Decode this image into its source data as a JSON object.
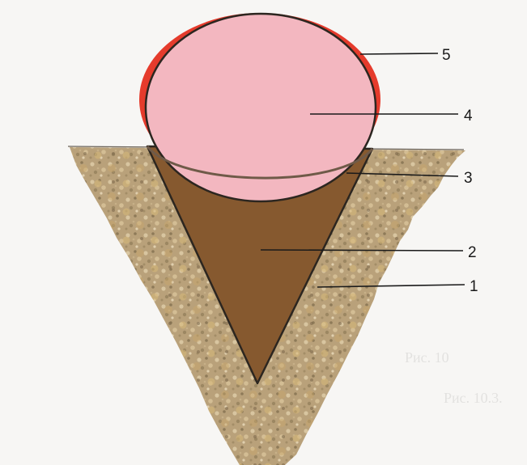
{
  "colors": {
    "page": "#f7f6f4",
    "soil": "#b9a17a",
    "soil_dark": "#8e7a58",
    "soil_light": "#d8c5a0",
    "filling": "#86592f",
    "food": "#f3b7c0",
    "shell": "#e53b2c",
    "outline": "#2c2620",
    "leader": "#1a1a1a"
  },
  "callouts": [
    {
      "id": "5",
      "label": "5"
    },
    {
      "id": "4",
      "label": "4"
    },
    {
      "id": "3",
      "label": "3"
    },
    {
      "id": "2",
      "label": "2"
    },
    {
      "id": "1",
      "label": "1"
    }
  ],
  "show_through": {
    "line_1": "Рис. 10",
    "line_2": "Рис. 10.3.",
    "line_3": "",
    "line_4": ""
  }
}
